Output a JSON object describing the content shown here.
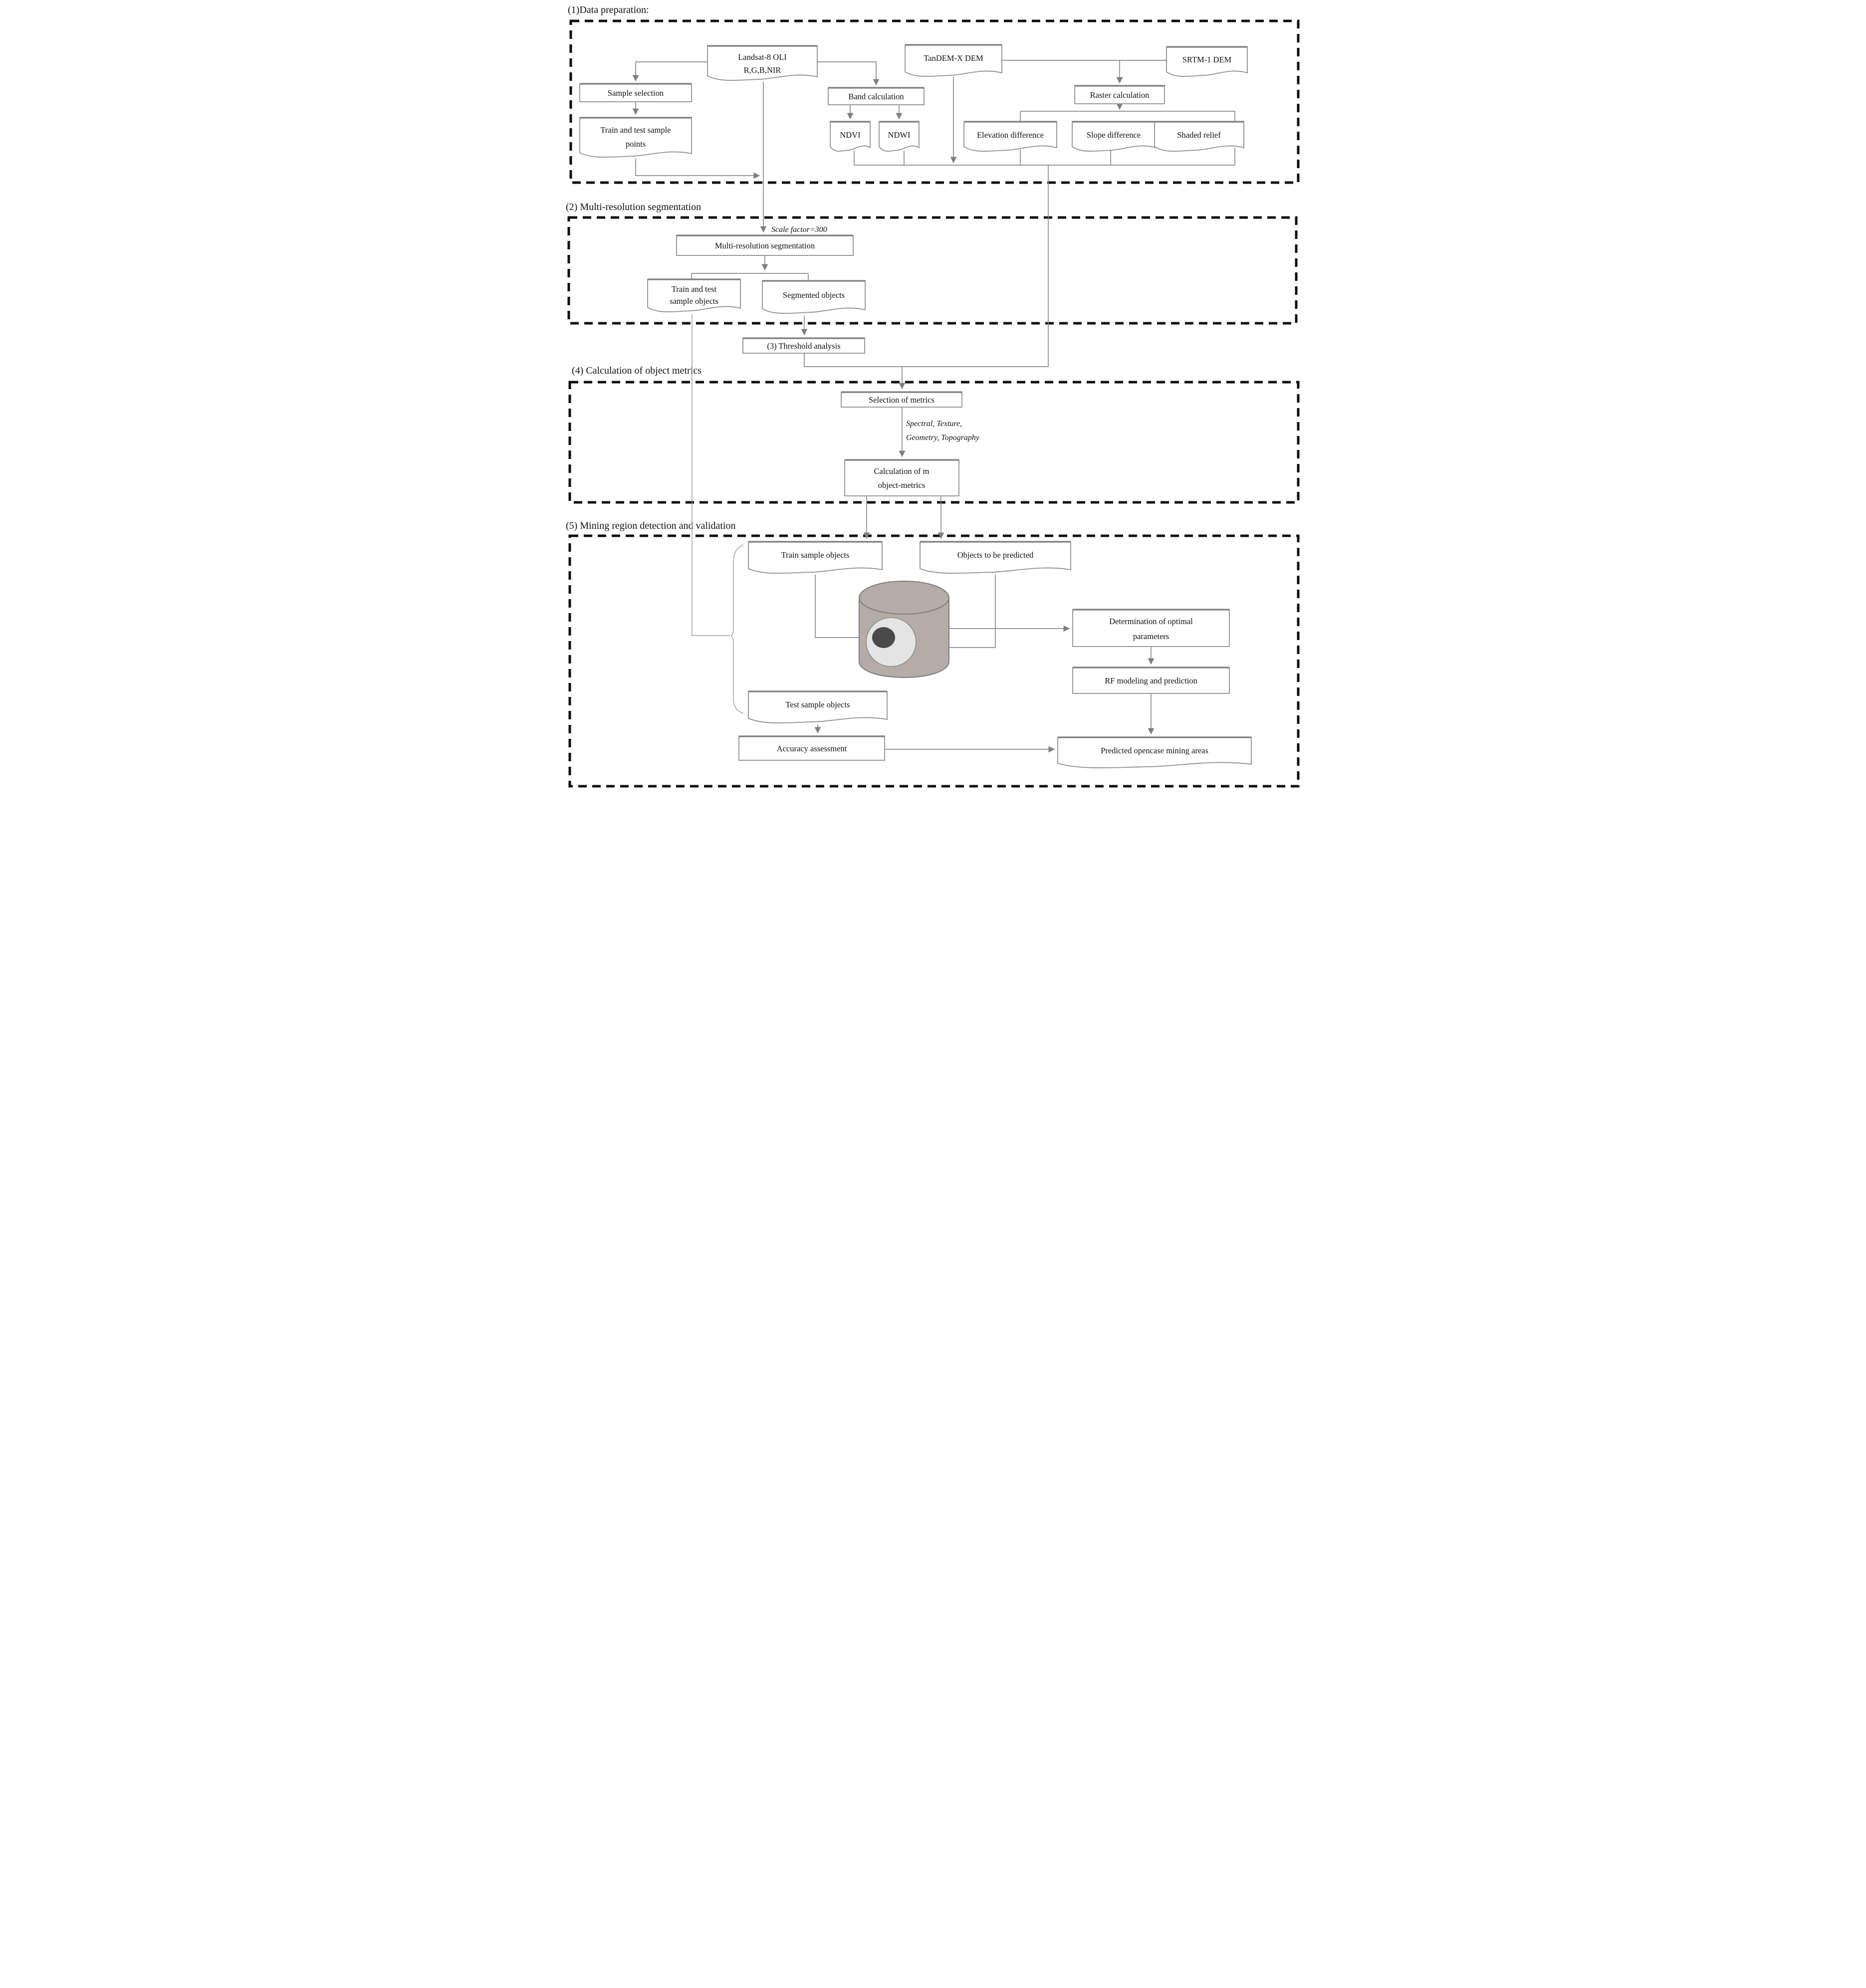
{
  "sections": {
    "s1": {
      "label": "(1)Data preparation:"
    },
    "s2": {
      "label": "(2) Multi-resolution segmentation"
    },
    "s4": {
      "label": "(4) Calculation of object metrics"
    },
    "s5": {
      "label": "(5) Mining region detection and validation"
    }
  },
  "nodes": {
    "landsat": {
      "line1": "Landsat-8 OLI",
      "line2": "R,G,B,NIR"
    },
    "sample_selection": {
      "label": "Sample selection"
    },
    "train_test_points": {
      "line1": "Train and test sample",
      "line2": "points"
    },
    "band_calculation": {
      "label": "Band calculation"
    },
    "ndvi": {
      "label": "NDVI"
    },
    "ndwi": {
      "label": "NDWI"
    },
    "tandem_dem": {
      "label": "TanDEM-X DEM"
    },
    "srtm_dem": {
      "label": "SRTM-1 DEM"
    },
    "raster_calculation": {
      "label": "Raster calculation"
    },
    "elevation_difference": {
      "label": "Elevation difference"
    },
    "slope_difference": {
      "label": "Slope difference"
    },
    "shaded_relief": {
      "label": "Shaded relief"
    },
    "multires_segmentation": {
      "label": "Multi-resolution segmentation"
    },
    "train_test_objects": {
      "line1": "Train and test",
      "line2": "sample objects"
    },
    "segmented_objects": {
      "label": "Segmented objects"
    },
    "threshold_analysis": {
      "label": "(3) Threshold analysis"
    },
    "selection_of_metrics": {
      "label": "Selection of metrics"
    },
    "calculation_metrics": {
      "line1": "Calculation of m",
      "line2": "object-metrics"
    },
    "train_sample_objects": {
      "label": "Train sample objects"
    },
    "objects_to_predict": {
      "label": "Objects to be predicted"
    },
    "determination": {
      "line1": "Determination of optimal",
      "line2": "parameters"
    },
    "rf_modeling": {
      "label": "RF modeling and prediction"
    },
    "test_sample_objects": {
      "label": "Test sample objects"
    },
    "accuracy_assessment": {
      "label": "Accuracy assessment"
    },
    "predicted_areas": {
      "label": "Predicted opencase mining areas"
    }
  },
  "notes": {
    "scale_factor": {
      "label": "Scale factor=300"
    },
    "metric_types": {
      "line1": "Spectral, Texture,",
      "line2": "Geometry, Topography"
    }
  },
  "icons": {
    "rf_model": "database-cylinder-icon"
  },
  "colors": {
    "background": "#ffffff",
    "text": "#111111",
    "box_border": "#8f8f8f",
    "box_top_edge": "#7e7e7e",
    "dashed_border": "#0d0d0d",
    "connector": "#8a8a8a",
    "cylinder_body": "#b5aca8",
    "cylinder_inner": "#e4e4e4",
    "cylinder_core": "#4a4a4a"
  }
}
